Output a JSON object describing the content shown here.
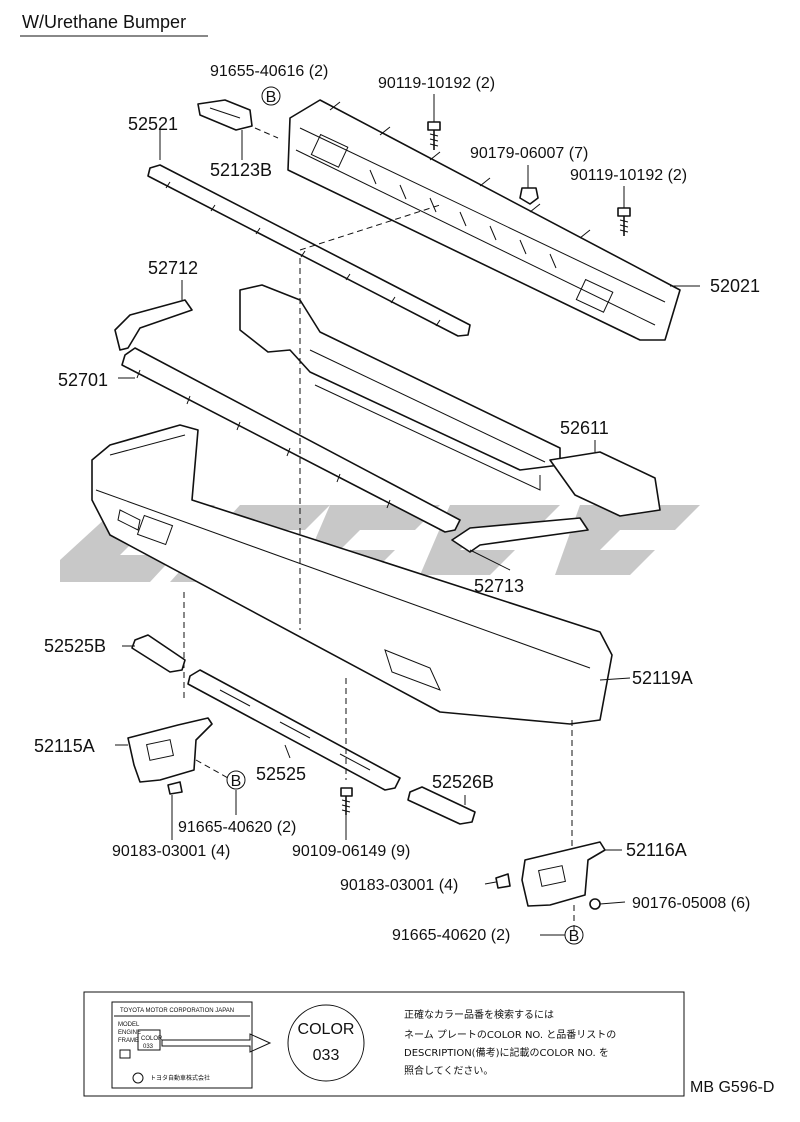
{
  "title": "W/Urethane Bumper",
  "parts": {
    "p52521": "52521",
    "p91655_40616": "91655-40616 (2)",
    "p52123B": "52123B",
    "p90119_a": "90119-10192 (2)",
    "p90179": "90179-06007 (7)",
    "p90119_b": "90119-10192 (2)",
    "p52021": "52021",
    "p52712": "52712",
    "p52701": "52701",
    "p52611": "52611",
    "p52713": "52713",
    "p52525B": "52525B",
    "p52119A": "52119A",
    "p52115A": "52115A",
    "p52525": "52525",
    "p52526B": "52526B",
    "p91665_a": "91665-40620 (2)",
    "p90183_a": "90183-03001 (4)",
    "p90109": "90109-06149 (9)",
    "p52116A": "52116A",
    "p90183_b": "90183-03001 (4)",
    "p90176": "90176-05008 (6)",
    "p91665_b": "91665-40620 (2)"
  },
  "callout": "B",
  "note_box": {
    "plate_header": "TOYOTA MOTOR CORPORATION JAPAN",
    "plate_rows": [
      "MODEL",
      "ENGINE",
      "FRAME",
      "COLOR",
      "033"
    ],
    "plate_footer": "トヨタ自動車株式会社",
    "color_word": "COLOR",
    "color_code": "033",
    "text_lines": [
      "正確なカラー品番を検索するには",
      "ネーム プレートのCOLOR NO. と品番リストの",
      "DESCRIPTION(備考)に記載のCOLOR NO. を",
      "照合してください。"
    ]
  },
  "ref_code": "MB G596-D",
  "watermark": "icons: watermark-logo"
}
